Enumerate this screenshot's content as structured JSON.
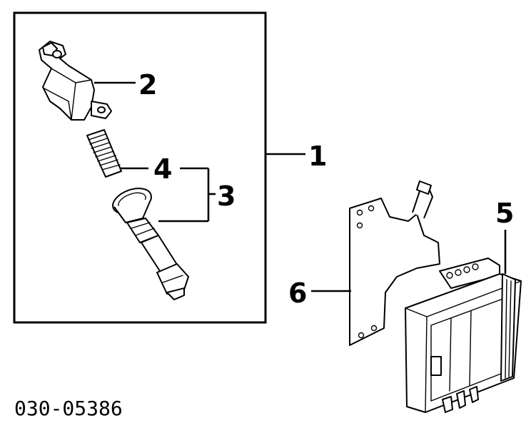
{
  "diagram": {
    "callouts": {
      "c1": "1",
      "c2": "2",
      "c3": "3",
      "c4": "4",
      "c5": "5",
      "c6": "6"
    },
    "part_number": "030-05386"
  }
}
